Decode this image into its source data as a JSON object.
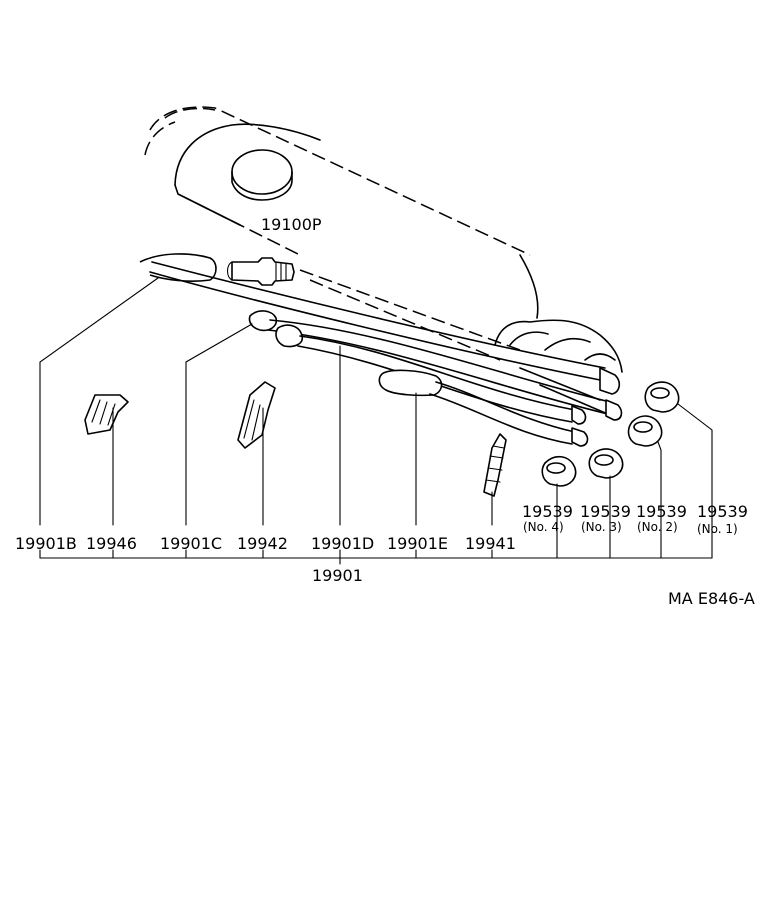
{
  "labels": {
    "spark_plug": "19100P",
    "cord_b": "19901B",
    "clamp_19946": "19946",
    "cord_c": "19901C",
    "clamp_19942": "19942",
    "cord_d": "19901D",
    "cord_e": "19901E",
    "clamp_19941": "19941",
    "cord_set": "19901",
    "cap_no4": "19539",
    "cap_no3": "19539",
    "cap_no2": "19539",
    "cap_no1": "19539",
    "cap_no4_sub": "(No. 4)",
    "cap_no3_sub": "(No. 3)",
    "cap_no2_sub": "(No. 2)",
    "cap_no1_sub": "(No. 1)",
    "diagram_code": "MA E846-A"
  }
}
